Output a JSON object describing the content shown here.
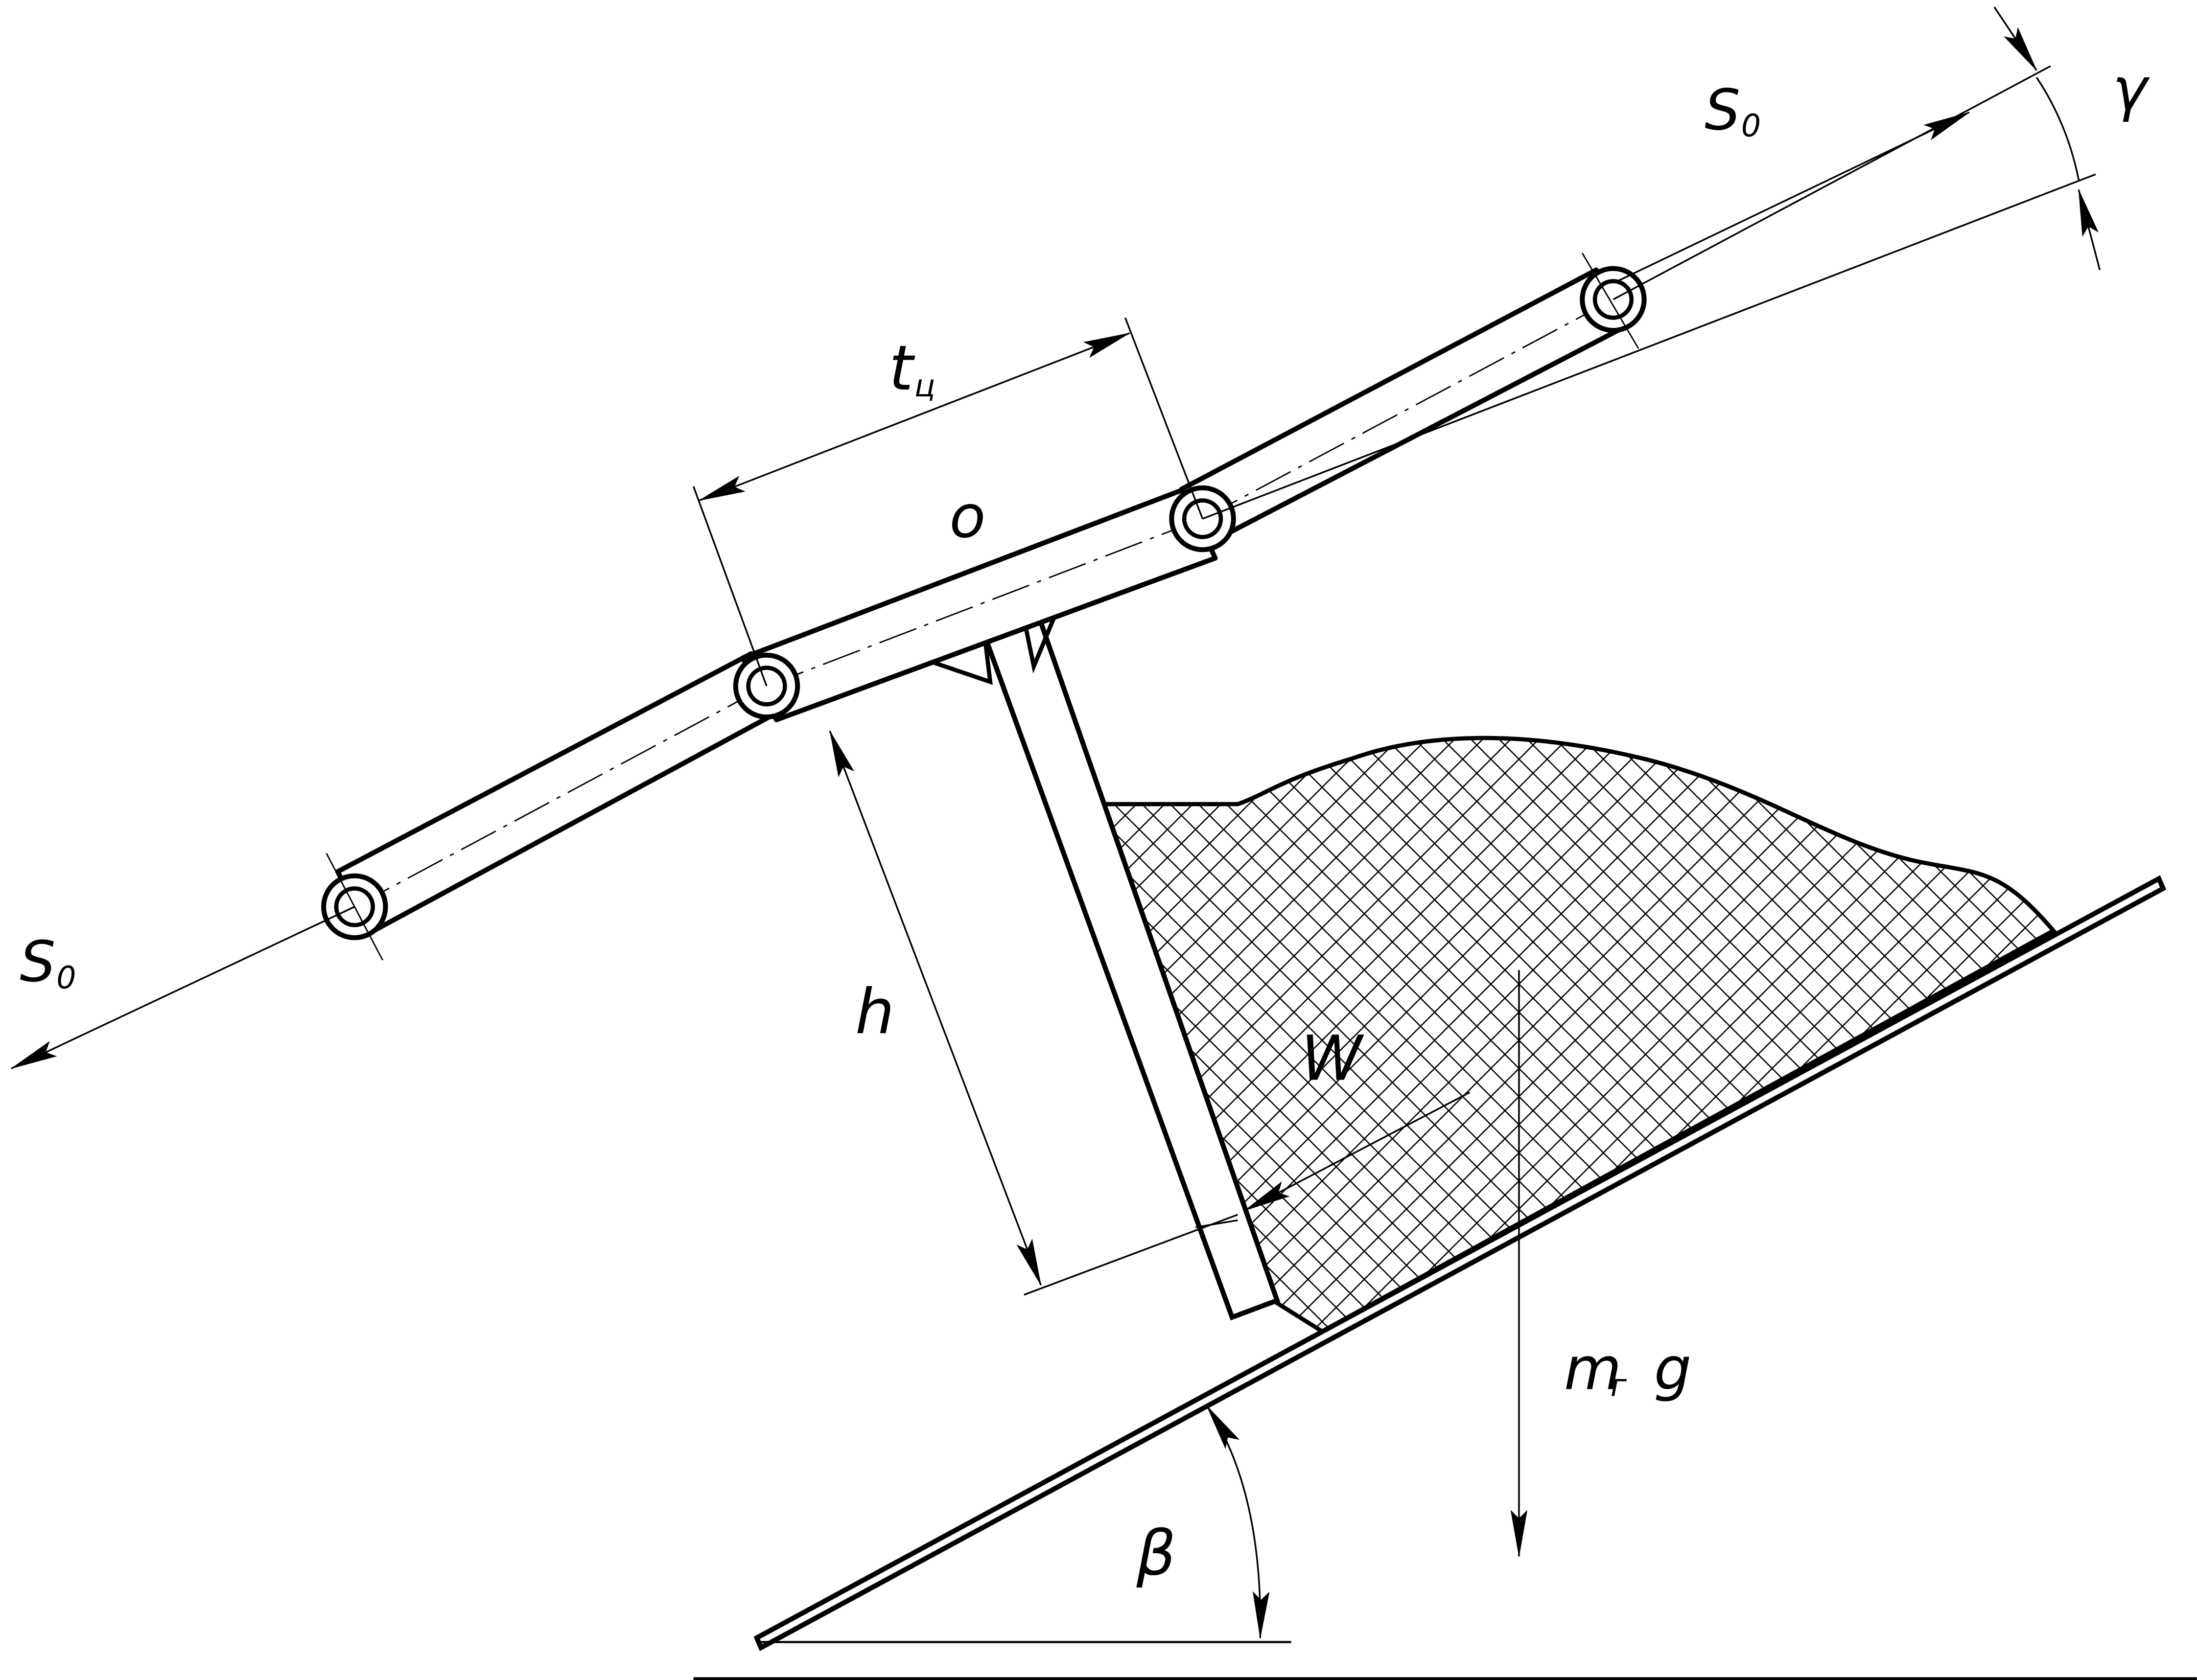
{
  "labels": {
    "s0_right": "S",
    "s0_right_sub": "0",
    "s0_left": "S",
    "s0_left_sub": "0",
    "gamma": "γ",
    "pitch": "t",
    "pitch_sub": "ц",
    "o": "o",
    "h": "h",
    "w": "W",
    "weight": "m",
    "weight_sub": "г",
    "weight_g": "g",
    "beta": "β"
  },
  "colors": {
    "ink": "#000000",
    "paper": "#ffffff"
  }
}
